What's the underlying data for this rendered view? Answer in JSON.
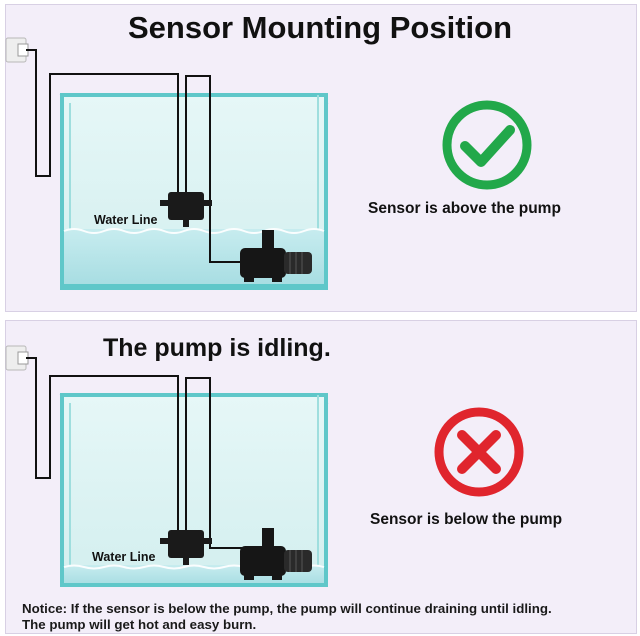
{
  "top": {
    "title": "Sensor Mounting Position",
    "water_line_label": "Water Line",
    "status_text": "Sensor is above the pump",
    "status_icon": "check-icon",
    "status_color": "#22a84a"
  },
  "bottom": {
    "title": "The pump is idling.",
    "water_line_label": "Water Line",
    "status_text": "Sensor is below the pump",
    "status_icon": "cross-icon",
    "status_color": "#e0252d"
  },
  "notice": {
    "line1": "Notice: If the sensor is below the pump, the pump will continue draining until idling.",
    "line2": "The pump will get hot and easy burn."
  },
  "colors": {
    "panel_bg": "#f3eef9",
    "tank_glass": "#5fc7c9",
    "water": "#bfe6ea"
  }
}
